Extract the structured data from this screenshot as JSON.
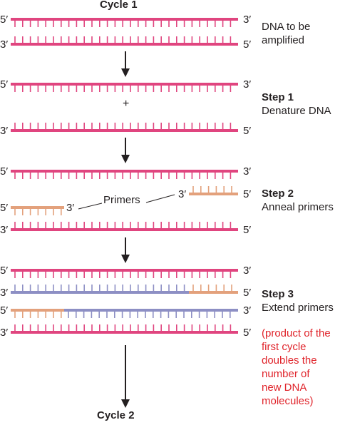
{
  "cycle_start": "Cycle 1",
  "cycle_end": "Cycle 2",
  "dna_label_line1": "DNA to be",
  "dna_label_line2": "amplified",
  "plus": "+",
  "primers": "Primers",
  "prime5": "5′",
  "prime3": "3′",
  "steps": [
    {
      "title": "Step 1",
      "desc": "Denature DNA"
    },
    {
      "title": "Step 2",
      "desc": "Anneal primers"
    },
    {
      "title": "Step 3",
      "desc": "Extend primers"
    }
  ],
  "note_lines": [
    "(product of the",
    "first cycle",
    "doubles the",
    "number of",
    "new DNA",
    "molecules)"
  ],
  "colors": {
    "strand": "#e0457f",
    "primer": "#e3a17c",
    "extension": "#8d8fc4",
    "arrow": "#231f20",
    "note": "#e0242b"
  }
}
